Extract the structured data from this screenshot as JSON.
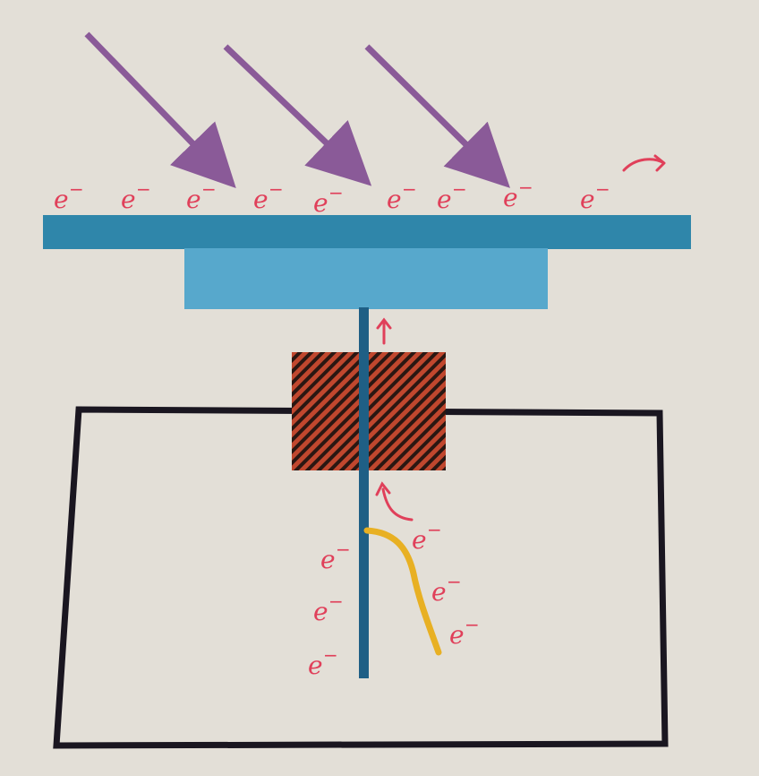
{
  "colors": {
    "paper": "#e3dfd7",
    "light_arrows": "#8a5a98",
    "electrons": "#e0405a",
    "top_plate": "#2f86aa",
    "lower_plate": "#57a8cc",
    "rod": "#1f5f85",
    "insulator_fill": "#c0472e",
    "insulator_hatch": "#2a1712",
    "leaf": "#e8b023",
    "case": "#1a1620"
  },
  "electron_symbol": "e",
  "electron_charge": "−",
  "surface_electrons": 9,
  "leaf_side_electrons": 3,
  "rod_side_electrons": 3,
  "light_rays": 3
}
